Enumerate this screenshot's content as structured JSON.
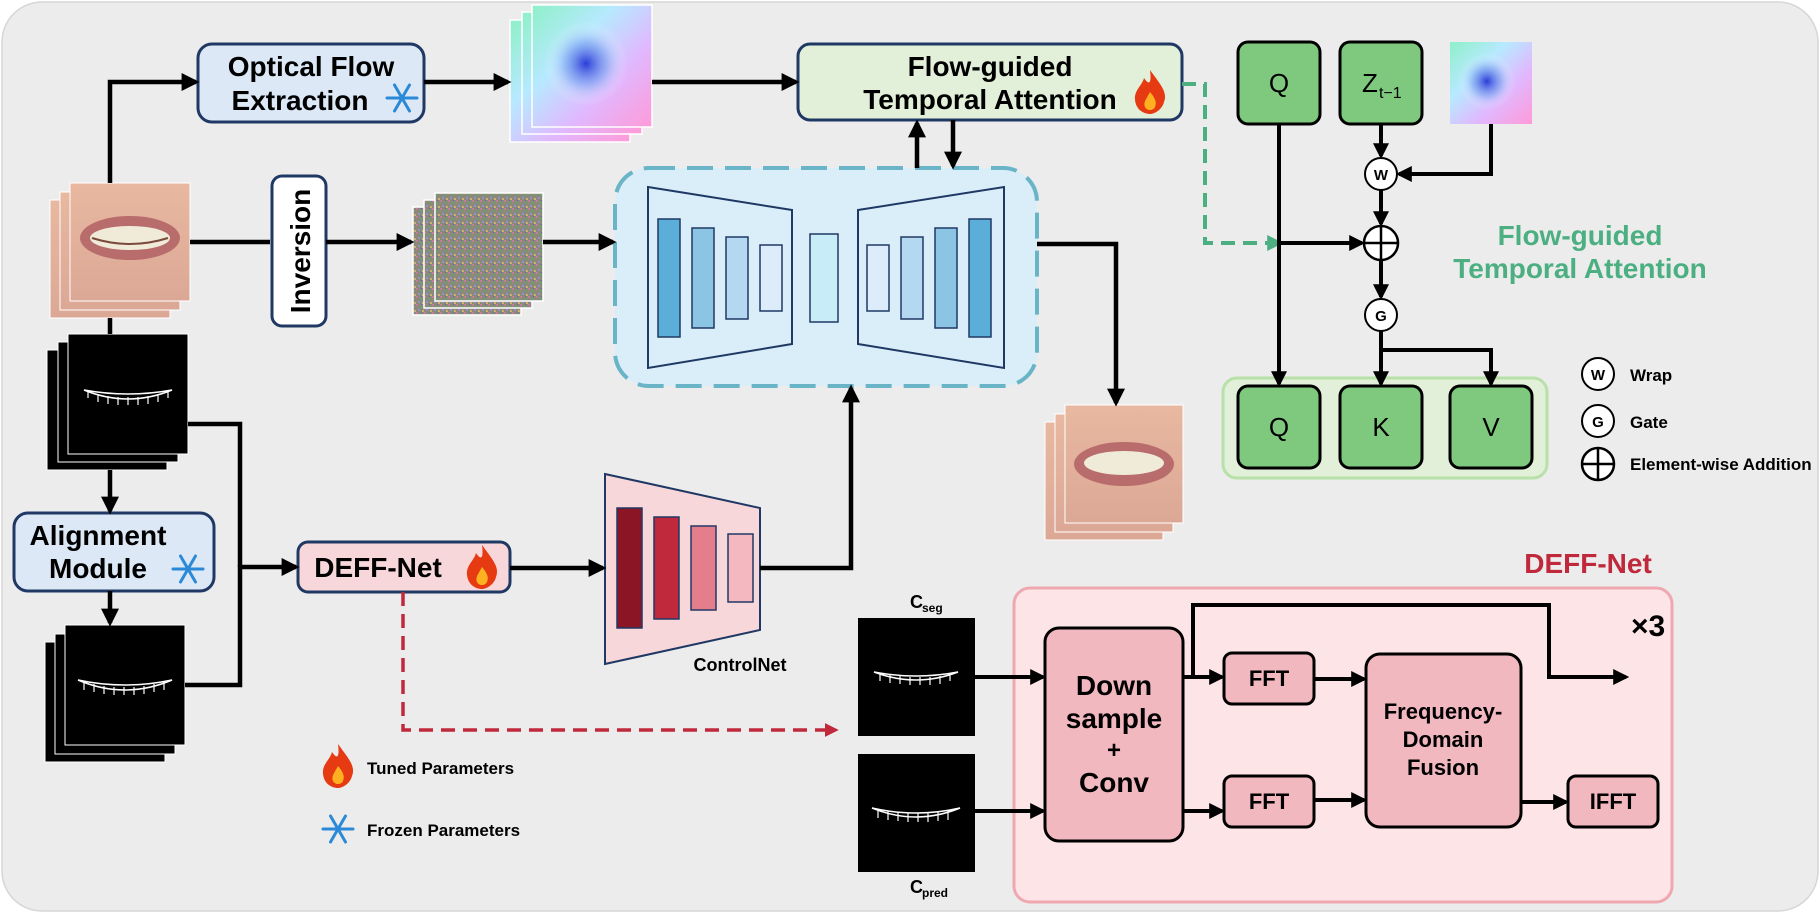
{
  "boxes": {
    "optical_flow": "Optical Flow Extraction",
    "inversion": "Inversion",
    "flow_attention": "Flow-guided Temporal Attention",
    "alignment": "Alignment Module",
    "deff_net": "DEFF-Net",
    "controlnet": "ControlNet"
  },
  "attention_panel": {
    "title": "Flow-guided Temporal Attention",
    "q_top": "Q",
    "z_label": "Z",
    "z_sub": "t−1",
    "w": "W",
    "g": "G",
    "q_bottom": "Q",
    "k": "K",
    "v": "V"
  },
  "legend_ops": {
    "w_symbol": "W",
    "w_label": "Wrap",
    "g_symbol": "G",
    "g_label": "Gate",
    "add_label": "Element-wise Addition"
  },
  "deff_panel": {
    "title": "DEFF-Net",
    "c_seg_main": "C",
    "c_seg_sub": "seg",
    "c_pred_main": "C",
    "c_pred_sub": "pred",
    "downsample": [
      "Down",
      "sample",
      "+",
      "Conv"
    ],
    "fft_top": "FFT",
    "fft_bottom": "FFT",
    "fusion": [
      "Frequency-",
      "Domain",
      "Fusion"
    ],
    "ifft": "IFFT",
    "repeat": "×3"
  },
  "legend_params": {
    "tuned": "Tuned Parameters",
    "frozen": "Frozen Parameters"
  },
  "colors": {
    "frozen_fill": "#dce8f6",
    "frozen_border": "#1f3864",
    "tuned_fill": "#f8d7da",
    "attention_fill": "#e2f0d9",
    "green_block": "#7fc97f",
    "attention_title": "#4caf82",
    "deff_title": "#c0283c",
    "unet_border": "#6ab4c8",
    "unet_fill": "#d9eef8",
    "deff_panel_fill": "#fde4e6",
    "deff_block": "#f2b8c0"
  },
  "icons": {
    "flame": "flame-icon",
    "snowflake": "snowflake-icon"
  }
}
